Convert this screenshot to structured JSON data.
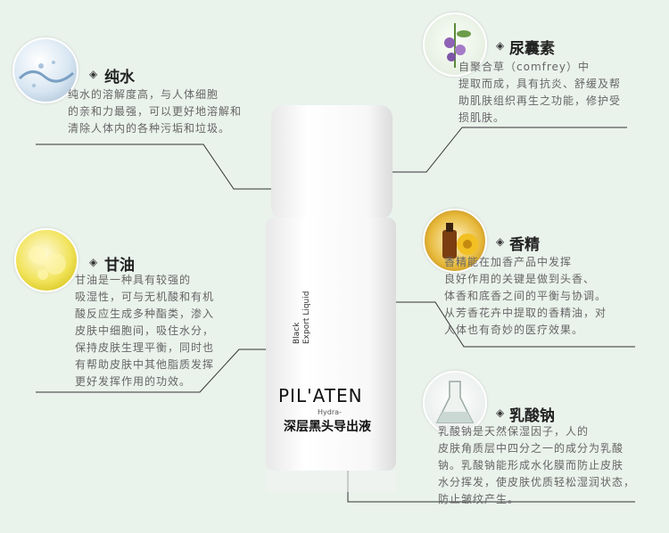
{
  "items": [
    {
      "title": "纯水",
      "desc": "纯水的溶解度高，与人体细胞\n的亲和力最强，可以更好地溶解和\n清除人体内的各种污垢和垃圾。",
      "icon": "water-splash-icon"
    },
    {
      "title": "甘油",
      "desc": "甘油是一种具有较强的\n吸湿性，可与无机酸和有机\n酸反应生成多种酯类，渗入\n皮肤中细胞间，吸住水分，\n保持皮肤生理平衡，同时也\n有帮助皮肤中其他脂质发挥\n更好发挥作用的功效。",
      "icon": "oil-drops-icon"
    },
    {
      "title": "尿囊素",
      "desc": "自聚合草（comfrey）中\n提取而成，具有抗炎、舒缓及帮\n助肌肤组织再生之功能，修护受\n损肌肤。",
      "icon": "comfrey-flower-icon"
    },
    {
      "title": "香精",
      "desc": "香精能在加香产品中发挥\n良好作用的关键是做到头香、\n体香和底香之间的平衡与协调。\n从芳香花卉中提取的香精油，对\n人体也有奇妙的医疗效果。",
      "icon": "essential-oil-icon"
    },
    {
      "title": "乳酸钠",
      "desc": "乳酸钠是天然保湿因子，人的\n皮肤角质层中四分之一的成分为乳酸\n钠。乳酸钠能形成水化膜而防止皮肤\n水分挥发，使皮肤优质轻松湿润状态，\n防止皱纹产生。",
      "icon": "flask-icon"
    }
  ],
  "bottle": {
    "side_text_1": "Black",
    "side_text_2": "Export Liquid",
    "brand": "PIL'ATEN",
    "sub": "Hydra-",
    "name_cn": "深层黑头导出液"
  },
  "colors": {
    "background": "#eaf2ec",
    "line": "#333333"
  }
}
